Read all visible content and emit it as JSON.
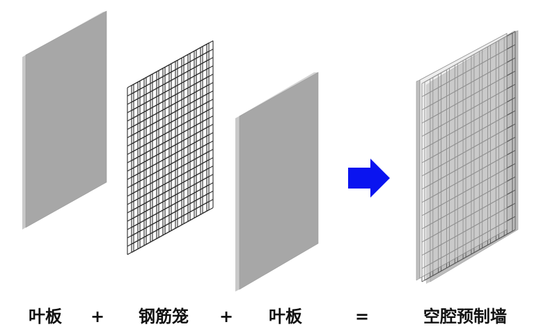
{
  "labels": {
    "leaf_panel_1": "叶板",
    "plus_1": "+",
    "rebar_cage": "钢筋笼",
    "plus_2": "+",
    "leaf_panel_2": "叶板",
    "equals": "=",
    "hollow_wall": "空腔预制墙"
  },
  "colors": {
    "panel_face": "#a7a7a7",
    "panel_edge": "#c9c9c9",
    "panel_shadow": "#8c8c8c",
    "rebar": "#2b2b2b",
    "arrow": "#0a14f0"
  },
  "icons": {
    "arrow": "right-arrow-icon"
  }
}
